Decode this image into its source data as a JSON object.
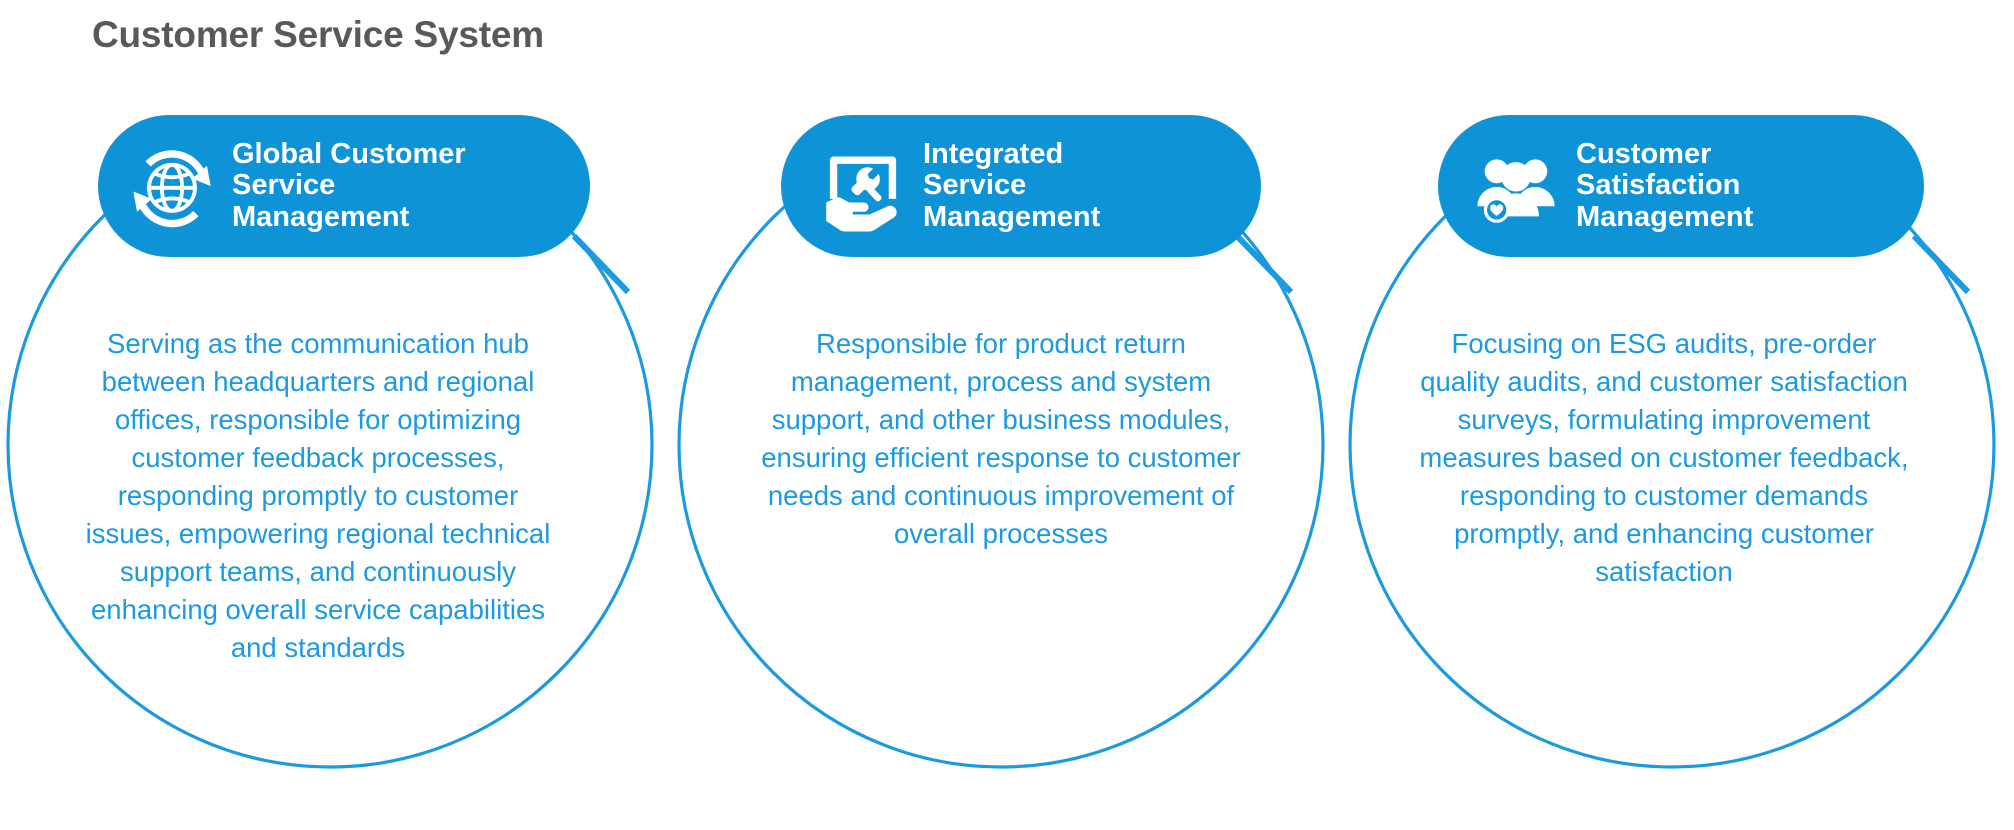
{
  "page": {
    "title": "Customer Service System",
    "title_color": "#58595b",
    "accent_blue": "#0e93d7",
    "text_blue": "#1b9ae0",
    "background": "#ffffff"
  },
  "units": [
    {
      "id": "global-customer-service-management",
      "icon": "globe-refresh-icon",
      "title": "Global Customer\nService\nManagement",
      "body": "Serving as the communication hub between headquarters and regional offices, responsible for optimizing customer feedback processes, responding promptly to customer issues, empowering regional technical support teams, and continuously enhancing overall service capabilities and standards"
    },
    {
      "id": "integrated-service-management",
      "icon": "screen-wrench-hand-icon",
      "title": "Integrated\nService\nManagement",
      "body": "Responsible for product return management, process and system support, and other business modules, ensuring efficient response to customer needs and continuous improvement of overall processes"
    },
    {
      "id": "customer-satisfaction-management",
      "icon": "people-heart-icon",
      "title": "Customer\nSatisfaction\nManagement",
      "body": "Focusing on ESG audits, pre-order quality audits, and customer satisfaction surveys, formulating improvement measures based on customer feedback, responding to customer demands promptly, and enhancing customer satisfaction"
    }
  ]
}
